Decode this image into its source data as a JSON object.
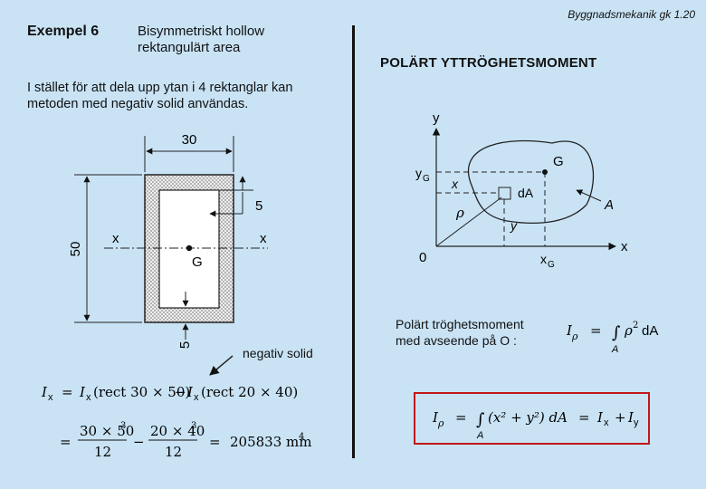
{
  "header": {
    "title": "Exempel 6",
    "subtitle_line1": "Bisymmetriskt hollow",
    "subtitle_line2": "rektangulärt area",
    "course_ref": "Byggnadsmekanik gk 1.20"
  },
  "intro": {
    "text": "I stället för att dela upp ytan i 4 rektanglar kan metoden med negativ solid användas."
  },
  "section": {
    "title": "POLÄRT YTTRÖGHETSMOMENT"
  },
  "left_figure": {
    "width_dim": "30",
    "height_dim": "50",
    "wall_top": "5",
    "wall_bottom": "5",
    "axis_left": "x",
    "axis_right": "x",
    "centroid": "G",
    "negative_label": "negativ solid"
  },
  "formula": {
    "line1_lhs": "I",
    "line1_lhs_sub": "x",
    "line1_eq": "=",
    "line1_t1": "I",
    "line1_t1_sub": "x",
    "line1_t1_arg": "(rect 30 × 50)",
    "line1_minus": "−",
    "line1_t2": "I",
    "line1_t2_sub": "x",
    "line1_t2_arg": "(rect 20 × 40)",
    "frac1_num": "30 × 50",
    "frac1_num_exp": "3",
    "frac1_den": "12",
    "frac2_num": "20 × 40",
    "frac2_num_exp": "3",
    "frac2_den": "12",
    "result": "205833 mm",
    "result_exp": "4"
  },
  "right_figure": {
    "y_axis": "y",
    "x_axis": "x",
    "origin": "0",
    "yG": "y",
    "yG_sub": "G",
    "xG": "x",
    "xG_sub": "G",
    "G": "G",
    "A": "A",
    "x_local": "x",
    "y_local": "y",
    "dA": "dA",
    "rho": "ρ"
  },
  "polar": {
    "label_line1": "Polärt tröghetsmoment",
    "label_line2": "med avseende på O :",
    "def_lhs": "I",
    "def_sub": "ρ",
    "def_eq": "=",
    "def_integral": "∫",
    "def_integrand": "ρ",
    "def_exp": "2",
    "def_dA": "dA",
    "def_lower": "A",
    "box_lhs": "I",
    "box_sub": "ρ",
    "box_eq": "=",
    "box_integral": "∫",
    "box_integrand": "(x² + y²) dA",
    "box_lower": "A",
    "box_eq2": "=",
    "box_Ix": "I",
    "box_Ix_sub": "x",
    "box_plus": "+",
    "box_Iy": "I",
    "box_Iy_sub": "y"
  }
}
